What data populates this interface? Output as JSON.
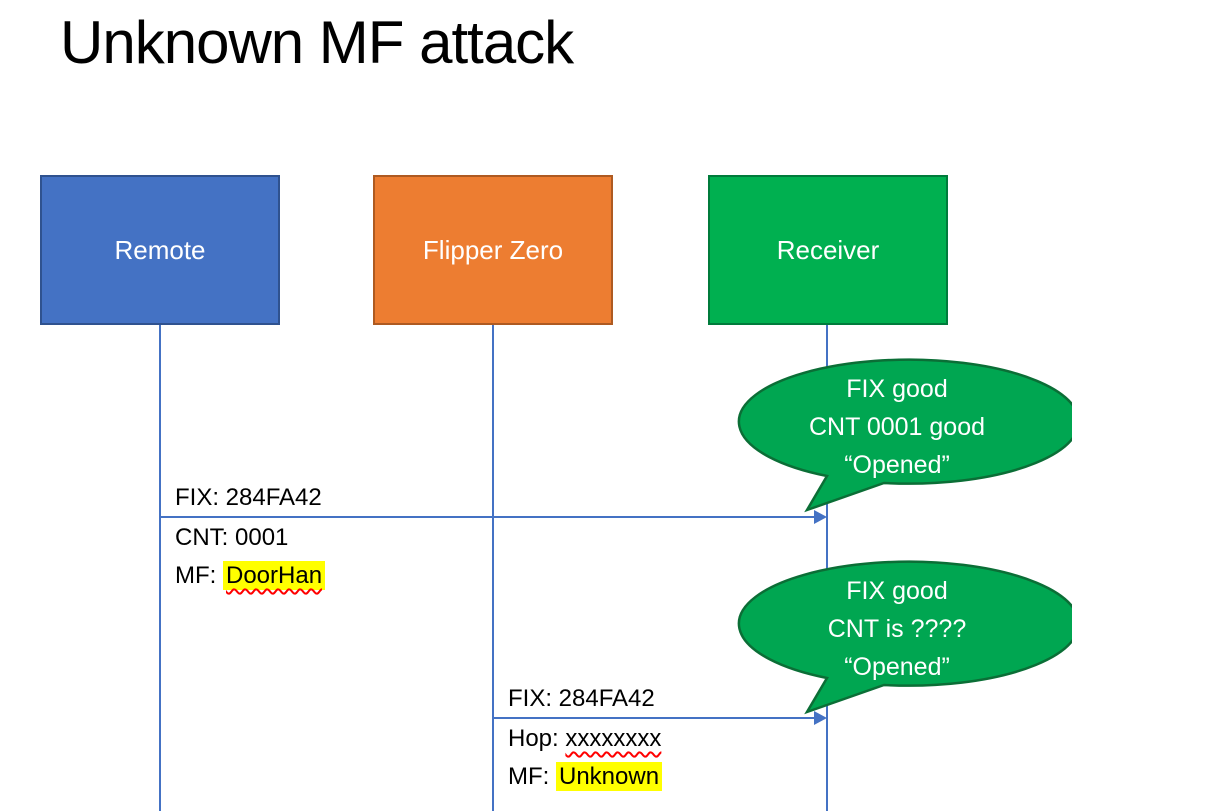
{
  "slide": {
    "title": "Unknown MF attack"
  },
  "actors": [
    {
      "label": "Remote",
      "fill": "#4472C4",
      "border": "#2F528F"
    },
    {
      "label": "Flipper Zero",
      "fill": "#ED7D31",
      "border": "#AE5A21"
    },
    {
      "label": "Receiver",
      "fill": "#00B050",
      "border": "#007B3B"
    }
  ],
  "messages": [
    {
      "from": "Remote",
      "to": "Receiver",
      "labels": [
        {
          "text": "FIX: 284FA42"
        },
        {
          "text": "CNT: 0001"
        },
        {
          "prefix": "MF: ",
          "emphasis": "DoorHan"
        }
      ]
    },
    {
      "from": "Flipper Zero",
      "to": "Receiver",
      "labels": [
        {
          "text": "FIX: 284FA42"
        },
        {
          "prefix": "Hop: ",
          "emphasis": "xxxxxxxx"
        },
        {
          "prefix": "MF: ",
          "emphasis": "Unknown"
        }
      ]
    }
  ],
  "callouts": [
    {
      "lines": [
        "FIX good",
        "CNT 0001 good",
        "“Opened”"
      ]
    },
    {
      "lines": [
        "FIX good",
        "CNT is ????",
        "“Opened”"
      ]
    }
  ],
  "colors": {
    "line": "#4472C4",
    "callout_fill": "#00A651",
    "callout_border": "#0B6E36",
    "highlight": "#FFFF00",
    "squiggle": "#FF0000"
  }
}
